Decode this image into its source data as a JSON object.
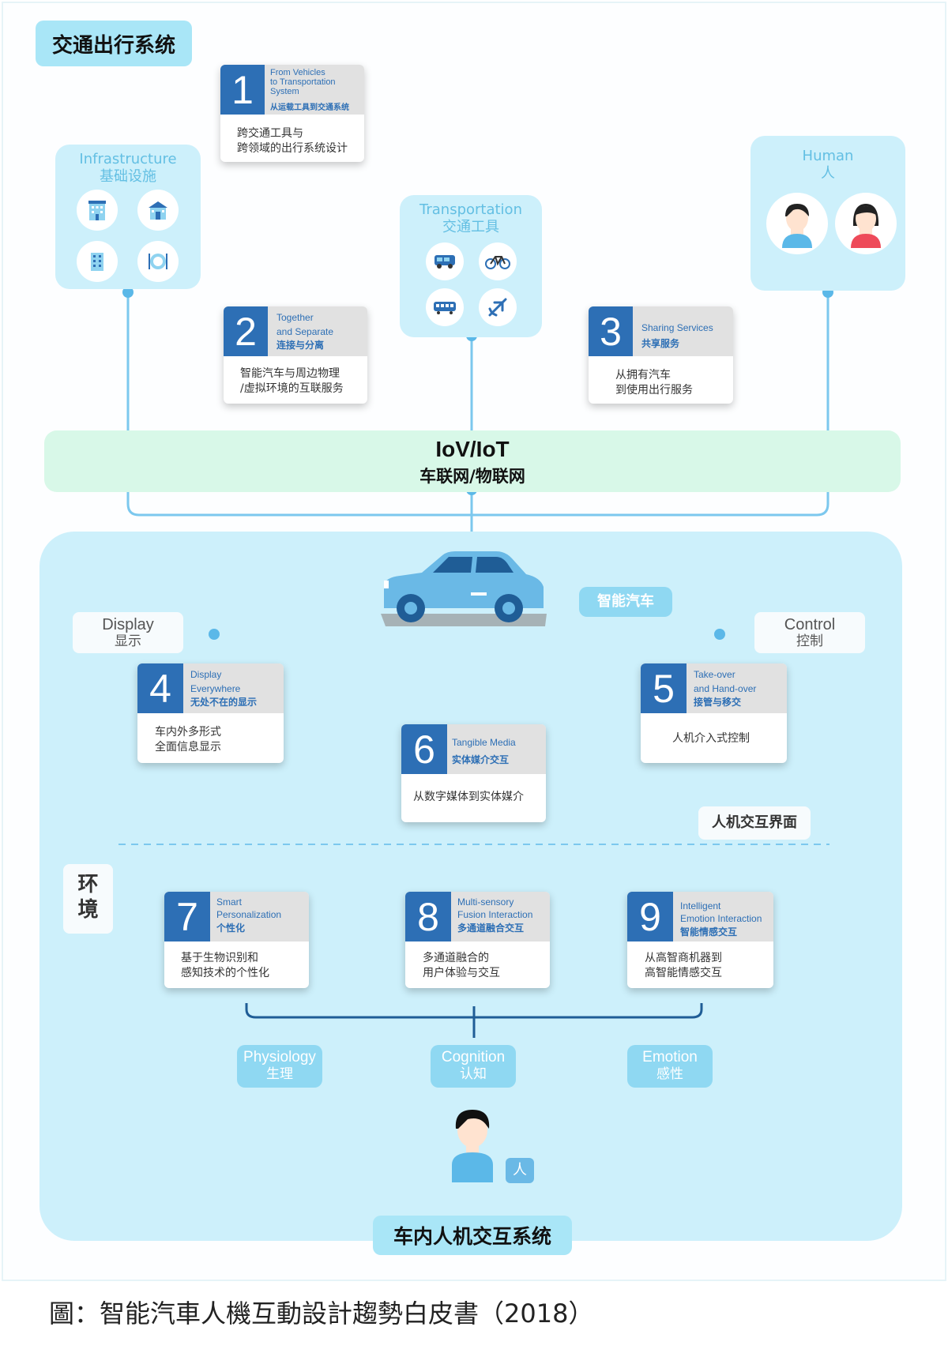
{
  "title": "交通出行系统",
  "infrastructure": {
    "en": "Infrastructure",
    "cn": "基础设施",
    "icons": [
      "hotel-icon",
      "station-icon",
      "building-icon",
      "restaurant-icon"
    ]
  },
  "transportation": {
    "en": "Transportation",
    "cn": "交通工具",
    "icons": [
      "bus-icon",
      "bicycle-icon",
      "tram-icon",
      "airplane-icon"
    ]
  },
  "human": {
    "en": "Human",
    "cn": "人",
    "icons": [
      "man-avatar-icon",
      "woman-avatar-icon"
    ]
  },
  "cards": [
    {
      "num": "1",
      "en": "From Vehicles\nto Transportation\nSystem",
      "cn": "从运载工具到交通系统",
      "desc": "跨交通工具与\n跨领域的出行系统设计"
    },
    {
      "num": "2",
      "en": "Together\nand Separate",
      "cn": "连接与分离",
      "desc": "智能汽车与周边物理\n/虚拟环境的互联服务"
    },
    {
      "num": "3",
      "en": "Sharing Services",
      "cn": "共享服务",
      "desc": "从拥有汽车\n到使用出行服务"
    },
    {
      "num": "4",
      "en": "Display\nEverywhere",
      "cn": "无处不在的显示",
      "desc": "车内外多形式\n全面信息显示"
    },
    {
      "num": "5",
      "en": "Take-over\nand Hand-over",
      "cn": "接管与移交",
      "desc": "人机介入式控制"
    },
    {
      "num": "6",
      "en": "Tangible Media",
      "cn": "实体媒介交互",
      "desc": "从数字媒体到实体媒介"
    },
    {
      "num": "7",
      "en": "Smart\nPersonalization",
      "cn": "个性化",
      "desc": "基于生物识别和\n感知技术的个性化"
    },
    {
      "num": "8",
      "en": "Multi-sensory\nFusion Interaction",
      "cn": "多通道融合交互",
      "desc": "多通道融合的\n用户体验与交互"
    },
    {
      "num": "9",
      "en": "Intelligent\nEmotion Interaction",
      "cn": "智能情感交互",
      "desc": "从高智商机器到\n高智能情感交互"
    }
  ],
  "iov": {
    "en": "IoV/IoT",
    "cn": "车联网/物联网"
  },
  "smart_car": "智能汽车",
  "display": {
    "en": "Display",
    "cn": "显示"
  },
  "control": {
    "en": "Control",
    "cn": "控制"
  },
  "hmi_label": "人机交互界面",
  "environment": "环\n境",
  "physiology": {
    "en": "Physiology",
    "cn": "生理"
  },
  "cognition": {
    "en": "Cognition",
    "cn": "认知"
  },
  "emotion": {
    "en": "Emotion",
    "cn": "感性"
  },
  "person_label": "人",
  "bottom_title": "车内人机交互系统",
  "caption": "圖：智能汽車人機互動設計趨勢白皮書（2018）",
  "colors": {
    "accent_blue": "#2d6fb5",
    "panel_blue": "#cdf0fb",
    "line_blue": "#7cc8ee",
    "iov_green": "#d8f8e8"
  }
}
